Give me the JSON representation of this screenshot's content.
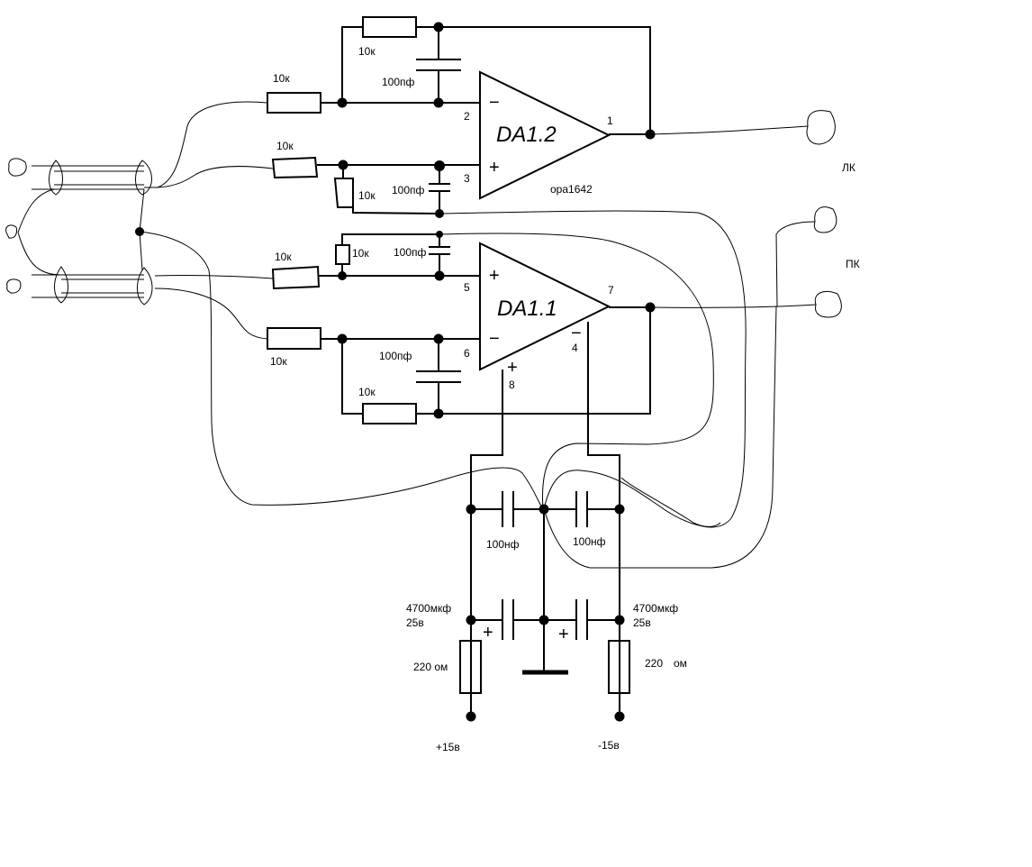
{
  "opamps": {
    "top": {
      "name": "DA1.2",
      "model": "opa1642",
      "minus": "−",
      "plus": "+"
    },
    "bottom": {
      "name": "DA1.1",
      "plus": "+",
      "minus": "−",
      "supply_plus": "+",
      "supply_minus": "−"
    }
  },
  "pins": {
    "p1": "1",
    "p2": "2",
    "p3": "3",
    "p4": "4",
    "p5": "5",
    "p6": "6",
    "p7": "7",
    "p8": "8"
  },
  "labels": {
    "r_fb_top": "10к",
    "r_in_top_inv": "10к",
    "r_in_top_noninv": "10к",
    "r_shunt_top": "10к",
    "c_fb_top": "100пф",
    "c_in_top": "100пф",
    "r_shunt_bot": "10к",
    "c_in_bot": "100пф",
    "r_in_bot_noninv": "10к",
    "r_in_bot_inv": "10к",
    "c_fb_bot": "100пф",
    "r_fb_bot": "10к",
    "c_dec_left": "100нф",
    "c_dec_right": "100нф",
    "c_bulk_left": "4700мкф",
    "c_bulk_left_v": "25в",
    "c_bulk_right": "4700мкф",
    "c_bulk_right_v": "25в",
    "r_pwr_left": "220 ом",
    "r_pwr_right_val": "220",
    "r_pwr_right_unit": "ом",
    "v_plus": "+15в",
    "v_minus": "-15в",
    "out_left": "ЛК",
    "out_right": "ПК",
    "polarity_plus": "+"
  }
}
